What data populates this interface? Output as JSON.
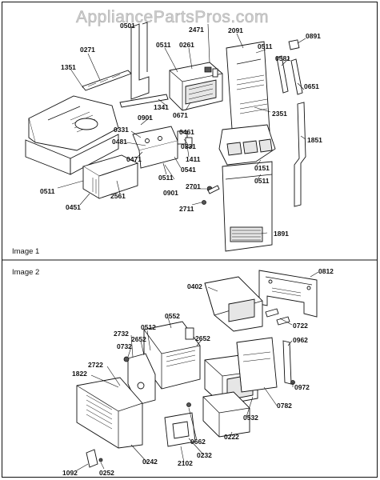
{
  "watermark": "AppliancePartsPros.com",
  "panels": [
    {
      "title": "Image 1",
      "labels": [
        "0271",
        "1351",
        "0511",
        "0261",
        "2091",
        "0511",
        "0891",
        "0581",
        "0651",
        "1341",
        "0671",
        "2351",
        "0901",
        "0331",
        "0461",
        "0481",
        "1411",
        "1851",
        "0331",
        "0471",
        "0541",
        "0151",
        "0511",
        "0511",
        "0901",
        "0511",
        "2561",
        "2701",
        "0451",
        "2711",
        "1891",
        "0501",
        "2471"
      ]
    },
    {
      "title": "Image 2",
      "labels": [
        "0812",
        "0402",
        "0722",
        "2732",
        "0512",
        "0552",
        "0732",
        "2652",
        "2652",
        "0962",
        "2722",
        "1822",
        "0972",
        "0782",
        "0532",
        "0222",
        "0662",
        "0232",
        "0242",
        "2102",
        "1092",
        "0252"
      ]
    }
  ]
}
